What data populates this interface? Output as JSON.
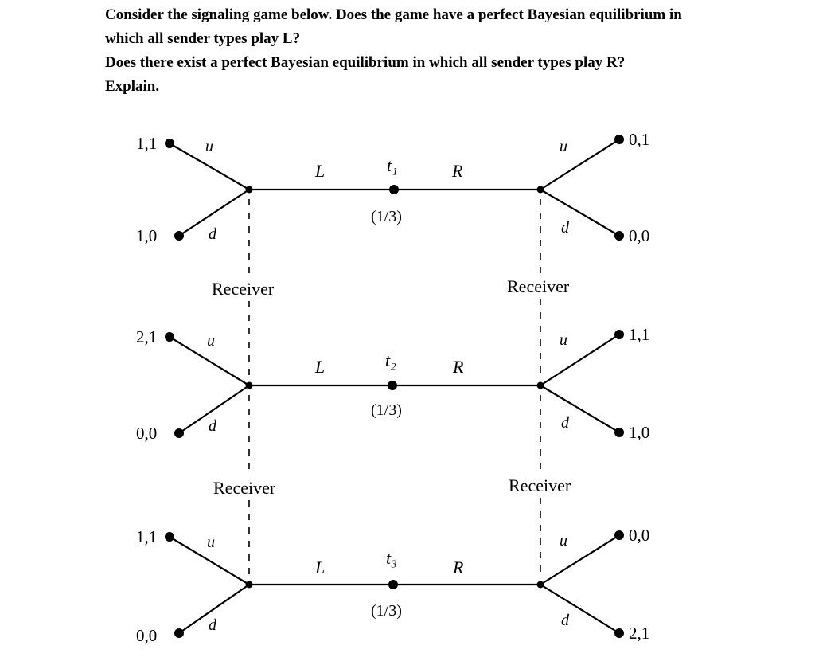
{
  "question": {
    "line1": "Consider the signaling game below. Does the game have a perfect Bayesian equilibrium in",
    "line2": "which all sender types play L?",
    "line3": "Does there exist a perfect Bayesian equilibrium in which all sender types play R?",
    "line4": "Explain."
  },
  "tree": {
    "types": [
      {
        "label": "t₁",
        "prob": "(1/3)",
        "left_msg": "L",
        "right_msg": "R",
        "left_u": "u",
        "left_d": "d",
        "right_u": "u",
        "right_d": "d",
        "payoff_L_u": "1,1",
        "payoff_L_d": "1,0",
        "payoff_R_u": "0,1",
        "payoff_R_d": "0,0"
      },
      {
        "label": "t₂",
        "prob": "(1/3)",
        "left_msg": "L",
        "right_msg": "R",
        "left_u": "u",
        "left_d": "d",
        "right_u": "u",
        "right_d": "d",
        "payoff_L_u": "2,1",
        "payoff_L_d": "0,0",
        "payoff_R_u": "1,1",
        "payoff_R_d": "1,0"
      },
      {
        "label": "t₃",
        "prob": "(1/3)",
        "left_msg": "L",
        "right_msg": "R",
        "left_u": "u",
        "left_d": "d",
        "right_u": "u",
        "right_d": "d",
        "payoff_L_u": "1,1",
        "payoff_L_d": "0,0",
        "payoff_R_u": "0,0",
        "payoff_R_d": "2,1"
      }
    ],
    "receiver_labels": [
      "Receiver",
      "Receiver",
      "Receiver",
      "Receiver"
    ]
  }
}
